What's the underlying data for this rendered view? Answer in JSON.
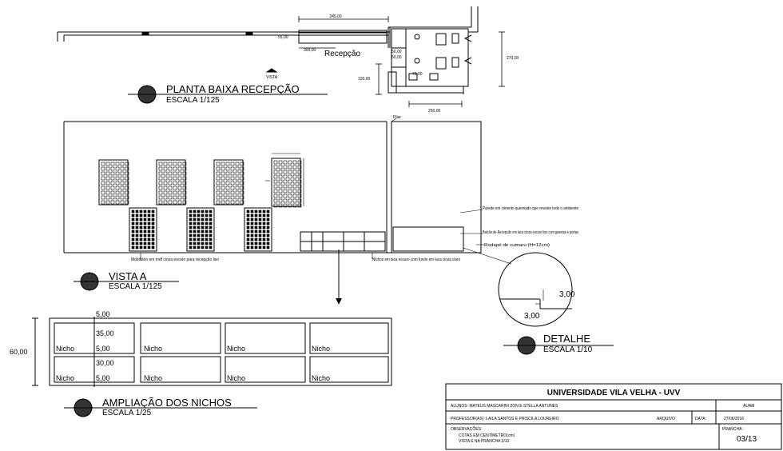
{
  "plan": {
    "room_label": "Recepção",
    "dims": {
      "top": "245,00",
      "d55": "55,00",
      "d300": "300,00",
      "d50a": "50,00",
      "d50b": "50,00",
      "d70": "70,00",
      "d270": "270,00",
      "d120": "120,00",
      "d250": "250,00"
    },
    "view_marker": "VISTA"
  },
  "titles": {
    "plan": {
      "title": "PLANTA BAIXA RECEPÇÃO",
      "scale": "ESCALA 1/125"
    },
    "vista": {
      "title": "VISTA A",
      "scale": "ESCALA 1/125"
    },
    "detalhe": {
      "title": "DETALHE",
      "scale": "ESCALA 1/10"
    },
    "nichos": {
      "title": "AMPLIAÇÃO DOS NICHOS",
      "scale": "ESCALA 1/25"
    }
  },
  "vista": {
    "pilar": "Pilar",
    "notes": {
      "parede": "Parede em cimento queimado que reveste todo o ambiente",
      "balcao": "Balcão de Recepção em laca cinza escuro liso com gavetas e portas",
      "rodape": "Rodapé de cumaru (H=12cm)",
      "mobiliario": "Mobiliário em mdf cinza escuro para recepção liso",
      "nichos": "Nichos em laca escuro com fundo em laca cinza claro"
    }
  },
  "detalhe": {
    "dim1": "3,00",
    "dim2": "3,00"
  },
  "nichos": {
    "label": "Nicho",
    "dims": {
      "top": "5,00",
      "h1": "35,00",
      "mid": "5,00",
      "h2": "30,00",
      "bot": "5,00",
      "total": "60,00"
    }
  },
  "title_block": {
    "university": "UNIVERSIDADE VILA VELHA - UVV",
    "alunos": "ALUNOS: MATEUS MASCARINI ZON E STELLA ANTUNES",
    "turma": "AUAM",
    "professores": "PROFESSOR(AS): LAILA SANTOS E PRISCILA LOUREIRO",
    "arquivo": "ARQUIVO",
    "data_label": "DATA:",
    "data": "27/06/2016",
    "obs_label": "OBSERVAÇÕES:",
    "obs1": "COTAS EM CENTÍMETRO(cm)",
    "obs2": "VISTA E NA PRANCHA 3/13",
    "prancha_label": "PRANCHA:",
    "prancha": "03/13"
  }
}
